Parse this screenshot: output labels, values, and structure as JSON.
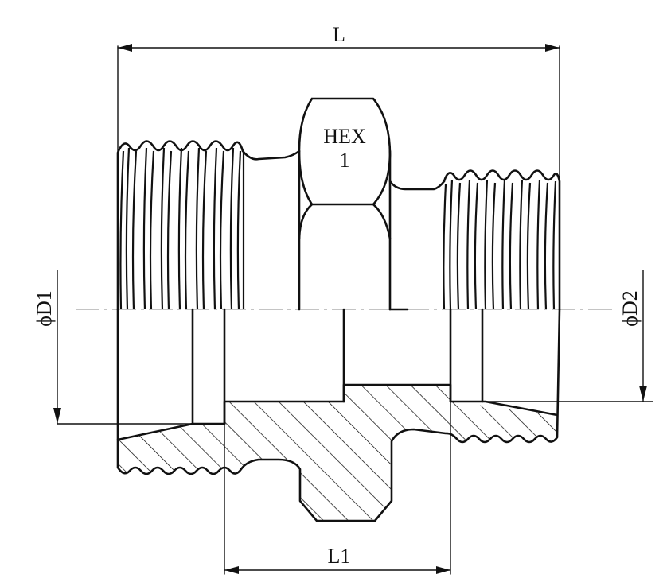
{
  "diagram": {
    "title_type": "hex reducing nipple technical drawing",
    "labels": {
      "length": "L",
      "hex_line1": "HEX",
      "hex_line2": "1",
      "diameter_left": "ϕD1",
      "diameter_right": "ϕD2",
      "length_inner": "L1"
    },
    "colors": {
      "ink": "#111111",
      "background": "#ffffff"
    }
  }
}
